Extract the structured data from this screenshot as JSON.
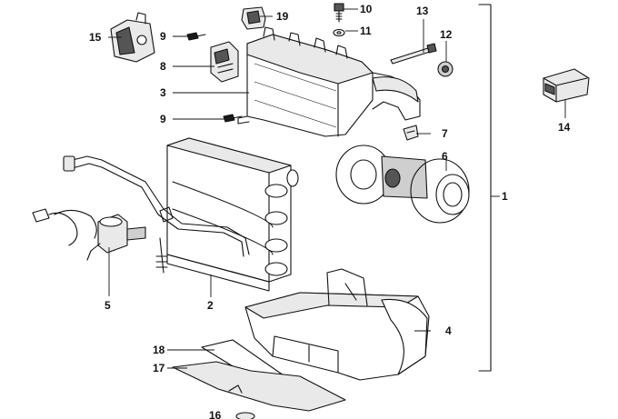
{
  "diagram": {
    "type": "exploded-parts-view",
    "parts": [
      {
        "id": "p1",
        "number": "1"
      },
      {
        "id": "p2",
        "number": "2"
      },
      {
        "id": "p3",
        "number": "3"
      },
      {
        "id": "p4",
        "number": "4"
      },
      {
        "id": "p5",
        "number": "5"
      },
      {
        "id": "p6",
        "number": "6"
      },
      {
        "id": "p7",
        "number": "7"
      },
      {
        "id": "p8",
        "number": "8"
      },
      {
        "id": "p9a",
        "number": "9"
      },
      {
        "id": "p9b",
        "number": "9"
      },
      {
        "id": "p10",
        "number": "10"
      },
      {
        "id": "p11",
        "number": "11"
      },
      {
        "id": "p12",
        "number": "12"
      },
      {
        "id": "p13",
        "number": "13"
      },
      {
        "id": "p14",
        "number": "14"
      },
      {
        "id": "p15",
        "number": "15"
      },
      {
        "id": "p16",
        "number": "16"
      },
      {
        "id": "p17",
        "number": "17"
      },
      {
        "id": "p18",
        "number": "18"
      },
      {
        "id": "p19",
        "number": "19"
      }
    ]
  }
}
